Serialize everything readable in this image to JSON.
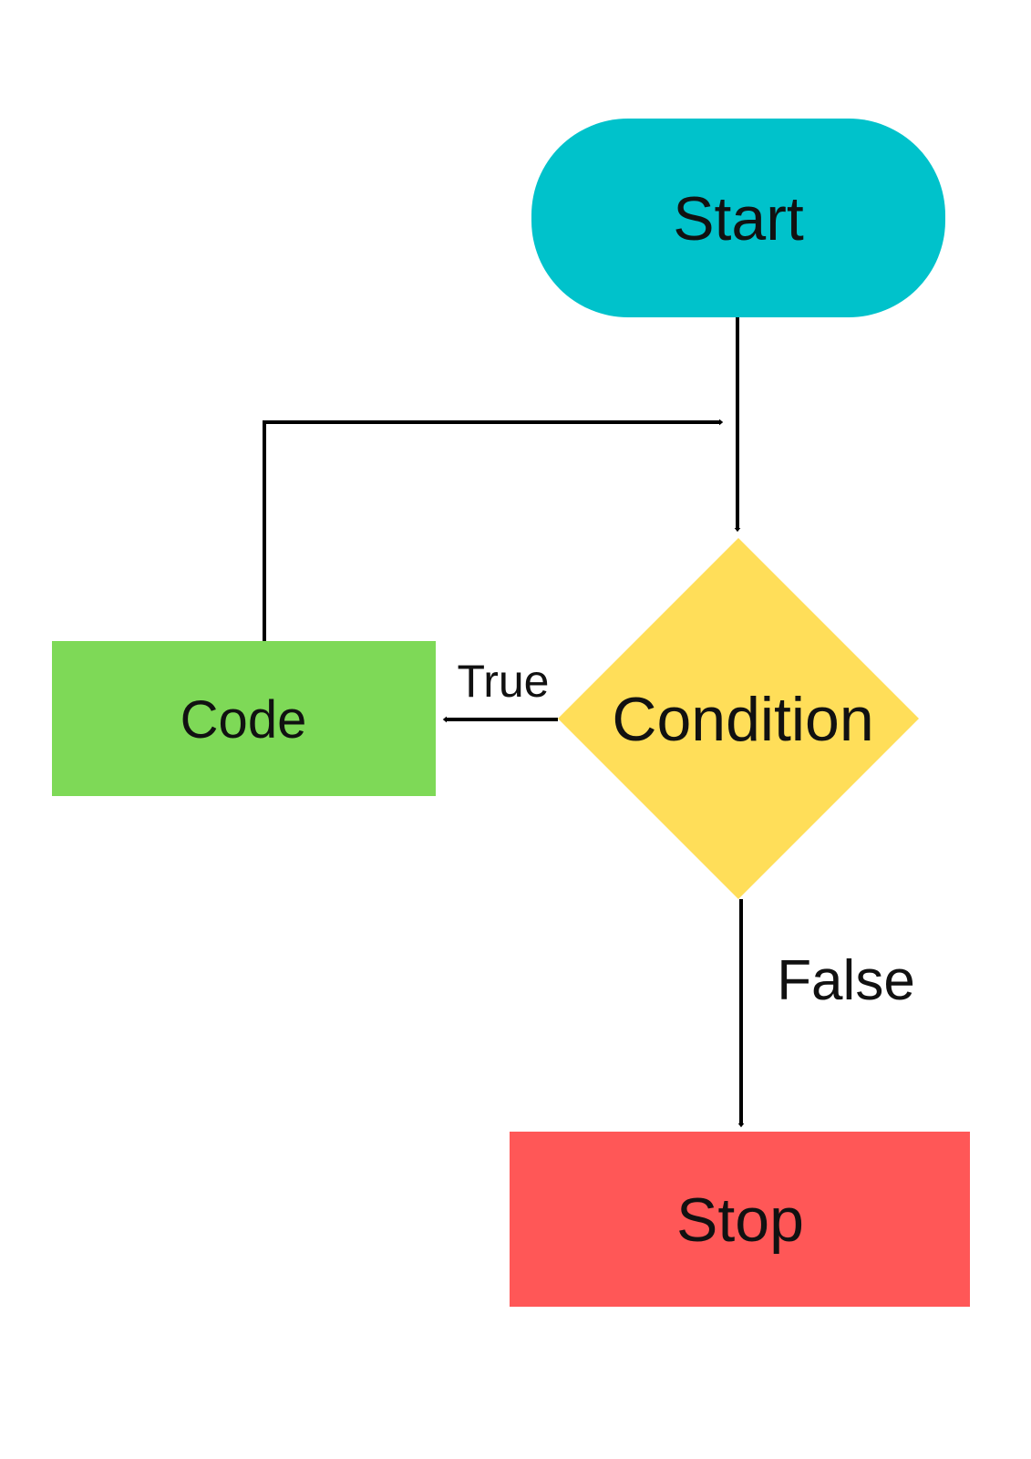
{
  "diagram": {
    "type": "flowchart",
    "background_color": "#ffffff",
    "style": {
      "line_color": "#000000",
      "text_color": "#111111"
    },
    "nodes": [
      {
        "id": "start",
        "label": "Start",
        "shape": "stadium",
        "color": "#00c2cb"
      },
      {
        "id": "condition",
        "label": "Condition",
        "shape": "diamond",
        "color": "#ffde59"
      },
      {
        "id": "code",
        "label": "Code",
        "shape": "rectangle",
        "color": "#7ed957"
      },
      {
        "id": "stop",
        "label": "Stop",
        "shape": "rectangle",
        "color": "#ff5757"
      }
    ],
    "edges": [
      {
        "from": "start",
        "to": "condition",
        "label": ""
      },
      {
        "from": "condition",
        "to": "code",
        "label": "True"
      },
      {
        "from": "code",
        "to": "condition",
        "label": ""
      },
      {
        "from": "condition",
        "to": "stop",
        "label": "False"
      }
    ]
  }
}
